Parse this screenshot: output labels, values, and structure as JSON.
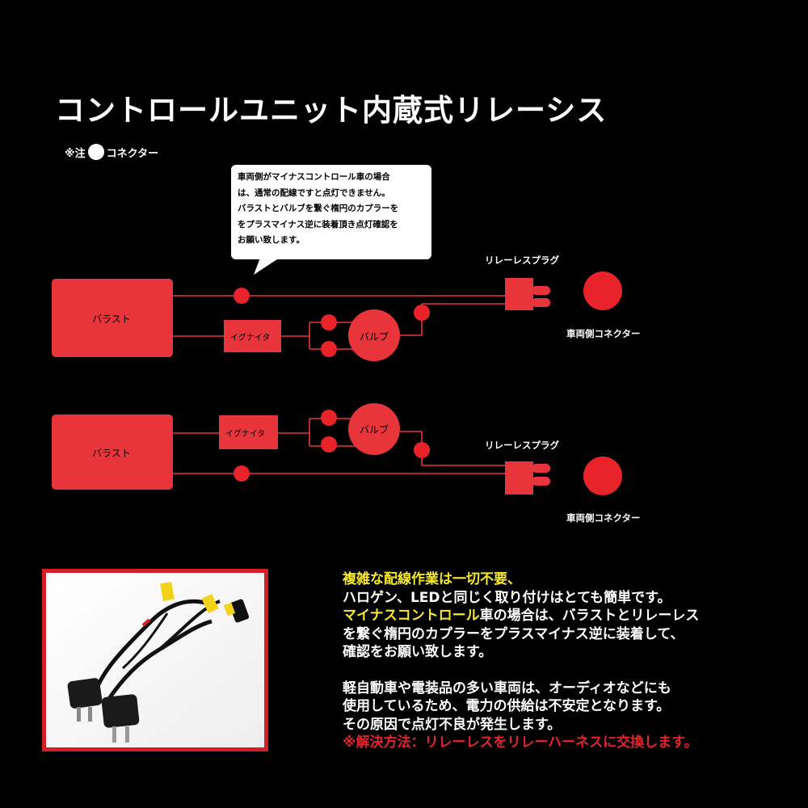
{
  "title": "コントロールユニット内蔵式リレーシス",
  "note": {
    "prefix": "※注",
    "label": "コネクター"
  },
  "bubble": {
    "lines": [
      "車両側がマイナスコントロール車の場合",
      "は、通常の配線ですと点灯できません。",
      "バラストとバルブを繋ぐ楕円のカプラーを",
      "をプラスマイナス逆に装着頂き点灯確認を",
      "お願い致します。"
    ]
  },
  "diagram1": {
    "ballast": "バラスト",
    "igniter": "イグナイタ",
    "bulb": "バルブ",
    "plug_label": "リレーレスプラグ",
    "connector_label": "車両側コネクター"
  },
  "diagram2": {
    "ballast": "バラスト",
    "igniter": "イグナイタ",
    "bulb": "バルブ",
    "plug_label": "リレーレスプラグ",
    "connector_label": "車両側コネクター"
  },
  "colors": {
    "box_fill": "#e8353c",
    "line": "#e8353c",
    "connector_dot": "#e8232a"
  },
  "description": {
    "p1_l1_a": "複雑な配線作業は一切不要、",
    "p1_l2": "ハロゲン、LEDと同じく取り付けはとても簡単です。",
    "p1_l3_a": "マイナスコントロール",
    "p1_l3_b": "車の場合は、バラストとリレーレス",
    "p1_l4": "を繋ぐ楕円のカプラーをプラスマイナス逆に装着して、",
    "p1_l5": "確認をお願い致します。",
    "p2_l1": "軽自動車や電装品の多い車両は、オーディオなどにも",
    "p2_l2": "使用しているため、電力の供給は不安定となります。",
    "p2_l3": "その原因で点灯不良が発生します。",
    "p2_l4": "※解決方法：リレーレスをリレーハーネスに交換します。"
  }
}
